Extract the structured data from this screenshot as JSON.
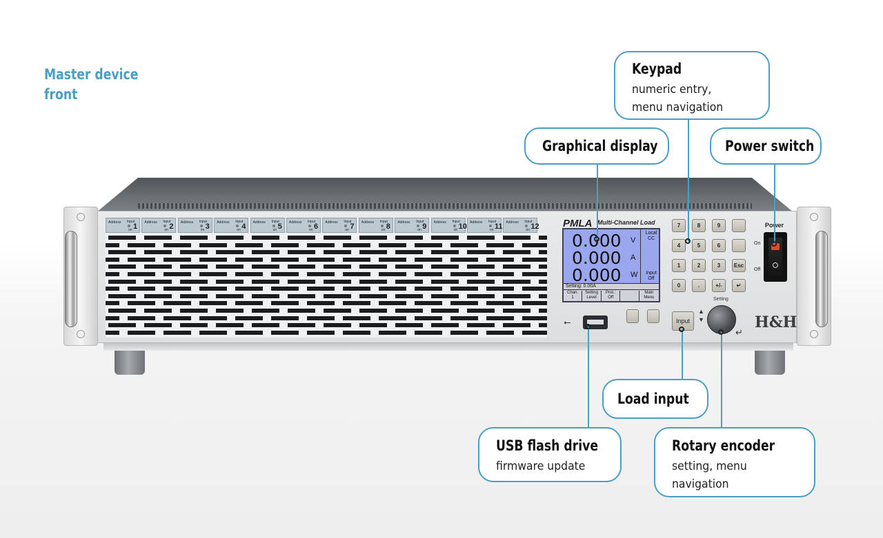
{
  "caption": {
    "line1": "Master device",
    "line2": "front"
  },
  "device": {
    "brand": "PMLA",
    "subtitle": "Multi-Channel Load",
    "maker_logo": "H&H",
    "channel_strip": {
      "address_label": "Address",
      "input_label": "Input",
      "on_label": "on",
      "channels": [
        "1",
        "2",
        "3",
        "4",
        "5",
        "6",
        "7",
        "8",
        "9",
        "10",
        "11",
        "12"
      ]
    },
    "display": {
      "voltage": "0.000",
      "voltage_unit": "V",
      "current": "0.000",
      "current_unit": "A",
      "power": "0.000",
      "power_unit": "W",
      "mode_line1": "Local",
      "mode_line2": "CC",
      "input_line1": "Input",
      "input_line2": "Off",
      "setting_text": "Setting:       0.00A",
      "softkeys": [
        {
          "l1": "Chan.",
          "l2": "1"
        },
        {
          "l1": "Setting",
          "l2": "Level"
        },
        {
          "l1": "Prot.:",
          "l2": "Off"
        },
        {
          "l1": "",
          "l2": ""
        },
        {
          "l1": "Main",
          "l2": "Menu"
        }
      ]
    },
    "keypad": [
      "7",
      "8",
      "9",
      "",
      "4",
      "5",
      "6",
      "",
      "1",
      "2",
      "3",
      "Esc",
      "0",
      ".",
      "+/-",
      "↵"
    ],
    "input_button": "Input",
    "setting_label": "Setting",
    "power": {
      "label": "Power",
      "on": "On",
      "off": "Off"
    }
  },
  "callouts": {
    "keypad": {
      "title": "Keypad",
      "line1": "numeric entry,",
      "line2": "menu navigation"
    },
    "display": {
      "title": "Graphical display"
    },
    "power": {
      "title": "Power switch"
    },
    "load_input": {
      "title": "Load input"
    },
    "usb": {
      "title": "USB flash drive",
      "line1": "firmware update"
    },
    "encoder": {
      "title": "Rotary encoder",
      "line1": "setting, menu",
      "line2": "navigation"
    }
  },
  "colors": {
    "accent": "#4a9ec4",
    "lcd": "#9aa7ee",
    "power_red": "#e24a2c"
  }
}
